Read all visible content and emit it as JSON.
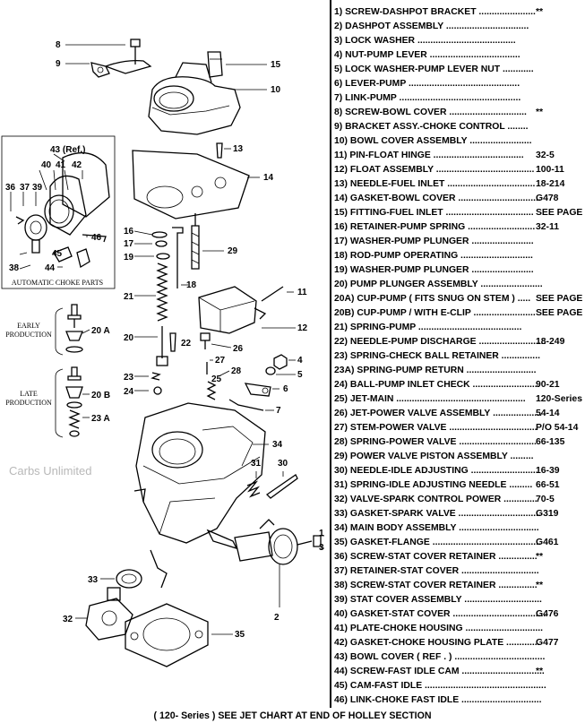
{
  "parts": [
    {
      "label": "1) SCREW-DASHPOT BRACKET ......................",
      "value": "**"
    },
    {
      "label": "2) DASHPOT ASSEMBLY ................................",
      "value": ""
    },
    {
      "label": "3) LOCK WASHER ......................................",
      "value": ""
    },
    {
      "label": "4) NUT-PUMP LEVER ...................................",
      "value": ""
    },
    {
      "label": "5) LOCK WASHER-PUMP LEVER NUT ............",
      "value": ""
    },
    {
      "label": "6) LEVER-PUMP ...........................................",
      "value": ""
    },
    {
      "label": "7) LINK-PUMP ...............................................",
      "value": ""
    },
    {
      "label": "8) SCREW-BOWL COVER ..............................",
      "value": "**"
    },
    {
      "label": "9) BRACKET ASSY.-CHOKE CONTROL ........",
      "value": ""
    },
    {
      "label": "10) BOWL COVER ASSEMBLY ........................",
      "value": ""
    },
    {
      "label": "11) PIN-FLOAT HINGE ...................................",
      "value": "32-5"
    },
    {
      "label": "12) FLOAT ASSEMBLY ......................................",
      "value": "100-11"
    },
    {
      "label": "13) NEEDLE-FUEL INLET ..................................",
      "value": "18-214"
    },
    {
      "label": "14) GASKET-BOWL COVER ................................",
      "value": "G478"
    },
    {
      "label": "15) FITTING-FUEL INLET ..................................",
      "value": "SEE PAGE"
    },
    {
      "label": "16) RETAINER-PUMP SPRING ..........................",
      "value": "32-11"
    },
    {
      "label": "17) WASHER-PUMP PLUNGER ........................",
      "value": ""
    },
    {
      "label": "18) ROD-PUMP OPERATING ............................",
      "value": ""
    },
    {
      "label": "19) WASHER-PUMP PLUNGER ........................",
      "value": ""
    },
    {
      "label": "20) PUMP PLUNGER ASSEMBLY ........................",
      "value": ""
    },
    {
      "label": "20A) CUP-PUMP ( FITS SNUG ON STEM ) .....",
      "value": "SEE PAGE"
    },
    {
      "label": "20B) CUP-PUMP / WITH E-CLIP ........................",
      "value": "SEE PAGE"
    },
    {
      "label": "21) SPRING-PUMP ........................................",
      "value": ""
    },
    {
      "label": "22) NEEDLE-PUMP DISCHARGE ..........................",
      "value": "18-249"
    },
    {
      "label": "23) SPRING-CHECK BALL RETAINER ...............",
      "value": ""
    },
    {
      "label": "23A) SPRING-PUMP RETURN ...........................",
      "value": ""
    },
    {
      "label": "24) BALL-PUMP INLET CHECK ..........................",
      "value": "90-21"
    },
    {
      "label": "25) JET-MAIN ..................................................",
      "value": "120-Series"
    },
    {
      "label": "26) JET-POWER VALVE ASSEMBLY ...................",
      "value": "54-14"
    },
    {
      "label": "27) STEM-POWER VALVE ..................................",
      "value": "P/O 54-14"
    },
    {
      "label": "28) SPRING-POWER VALVE ..............................",
      "value": "66-135"
    },
    {
      "label": "29) POWER VALVE PISTON ASSEMBLY .........",
      "value": ""
    },
    {
      "label": "30) NEEDLE-IDLE ADJUSTING ..........................",
      "value": "16-39"
    },
    {
      "label": "31) SPRING-IDLE ADJUSTING NEEDLE .........",
      "value": "66-51"
    },
    {
      "label": "32) VALVE-SPARK CONTROL POWER .............",
      "value": "70-5"
    },
    {
      "label": "33) GASKET-SPARK VALVE ................................",
      "value": "G319"
    },
    {
      "label": "34) MAIN BODY ASSEMBLY ...............................",
      "value": ""
    },
    {
      "label": "35) GASKET-FLANGE ..........................................",
      "value": "G461"
    },
    {
      "label": "36) SCREW-STAT COVER RETAINER ...............",
      "value": "**"
    },
    {
      "label": "37) RETAINER-STAT COVER ..............................",
      "value": ""
    },
    {
      "label": "38) SCREW-STAT COVER RETAINER ...............",
      "value": "**"
    },
    {
      "label": "39) STAT COVER ASSEMBLY ..............................",
      "value": ""
    },
    {
      "label": "40) GASKET-STAT COVER ....................................",
      "value": "G476"
    },
    {
      "label": "41) PLATE-CHOKE HOUSING ..............................",
      "value": ""
    },
    {
      "label": "42) GASKET-CHOKE HOUSING PLATE .............",
      "value": "G477"
    },
    {
      "label": "43) BOWL COVER ( REF . ) ...................................",
      "value": ""
    },
    {
      "label": "44) SCREW-FAST IDLE CAM ................................",
      "value": "**"
    },
    {
      "label": "45) CAM-FAST IDLE ...............................................",
      "value": ""
    },
    {
      "label": "46) LINK-CHOKE FAST IDLE ...............................",
      "value": ""
    }
  ],
  "diagram": {
    "callouts": [
      "8",
      "9",
      "15",
      "10",
      "13",
      "14",
      "16",
      "17",
      "19",
      "29",
      "18",
      "11",
      "21",
      "12",
      "20",
      "22",
      "26",
      "4",
      "27",
      "5",
      "23",
      "28",
      "6",
      "24",
      "25",
      "7",
      "34",
      "31",
      "30",
      "33",
      "32",
      "2",
      "35",
      "1",
      "3",
      "36",
      "37",
      "39",
      "40",
      "41",
      "42",
      "43 (Ref.)",
      "46",
      "45",
      "38",
      "44",
      "20 A",
      "20 B",
      "23 A"
    ],
    "automatic_choke_caption": "AUTOMATIC CHOKE PARTS",
    "early_caption": [
      "EARLY",
      "PRODUCTION"
    ],
    "late_caption": [
      "LATE",
      "PRODUCTION"
    ],
    "watermark": "Carbs Unlimited"
  },
  "footer": "( 120- Series ) SEE JET CHART AT END OF HOLLEY SECTION"
}
